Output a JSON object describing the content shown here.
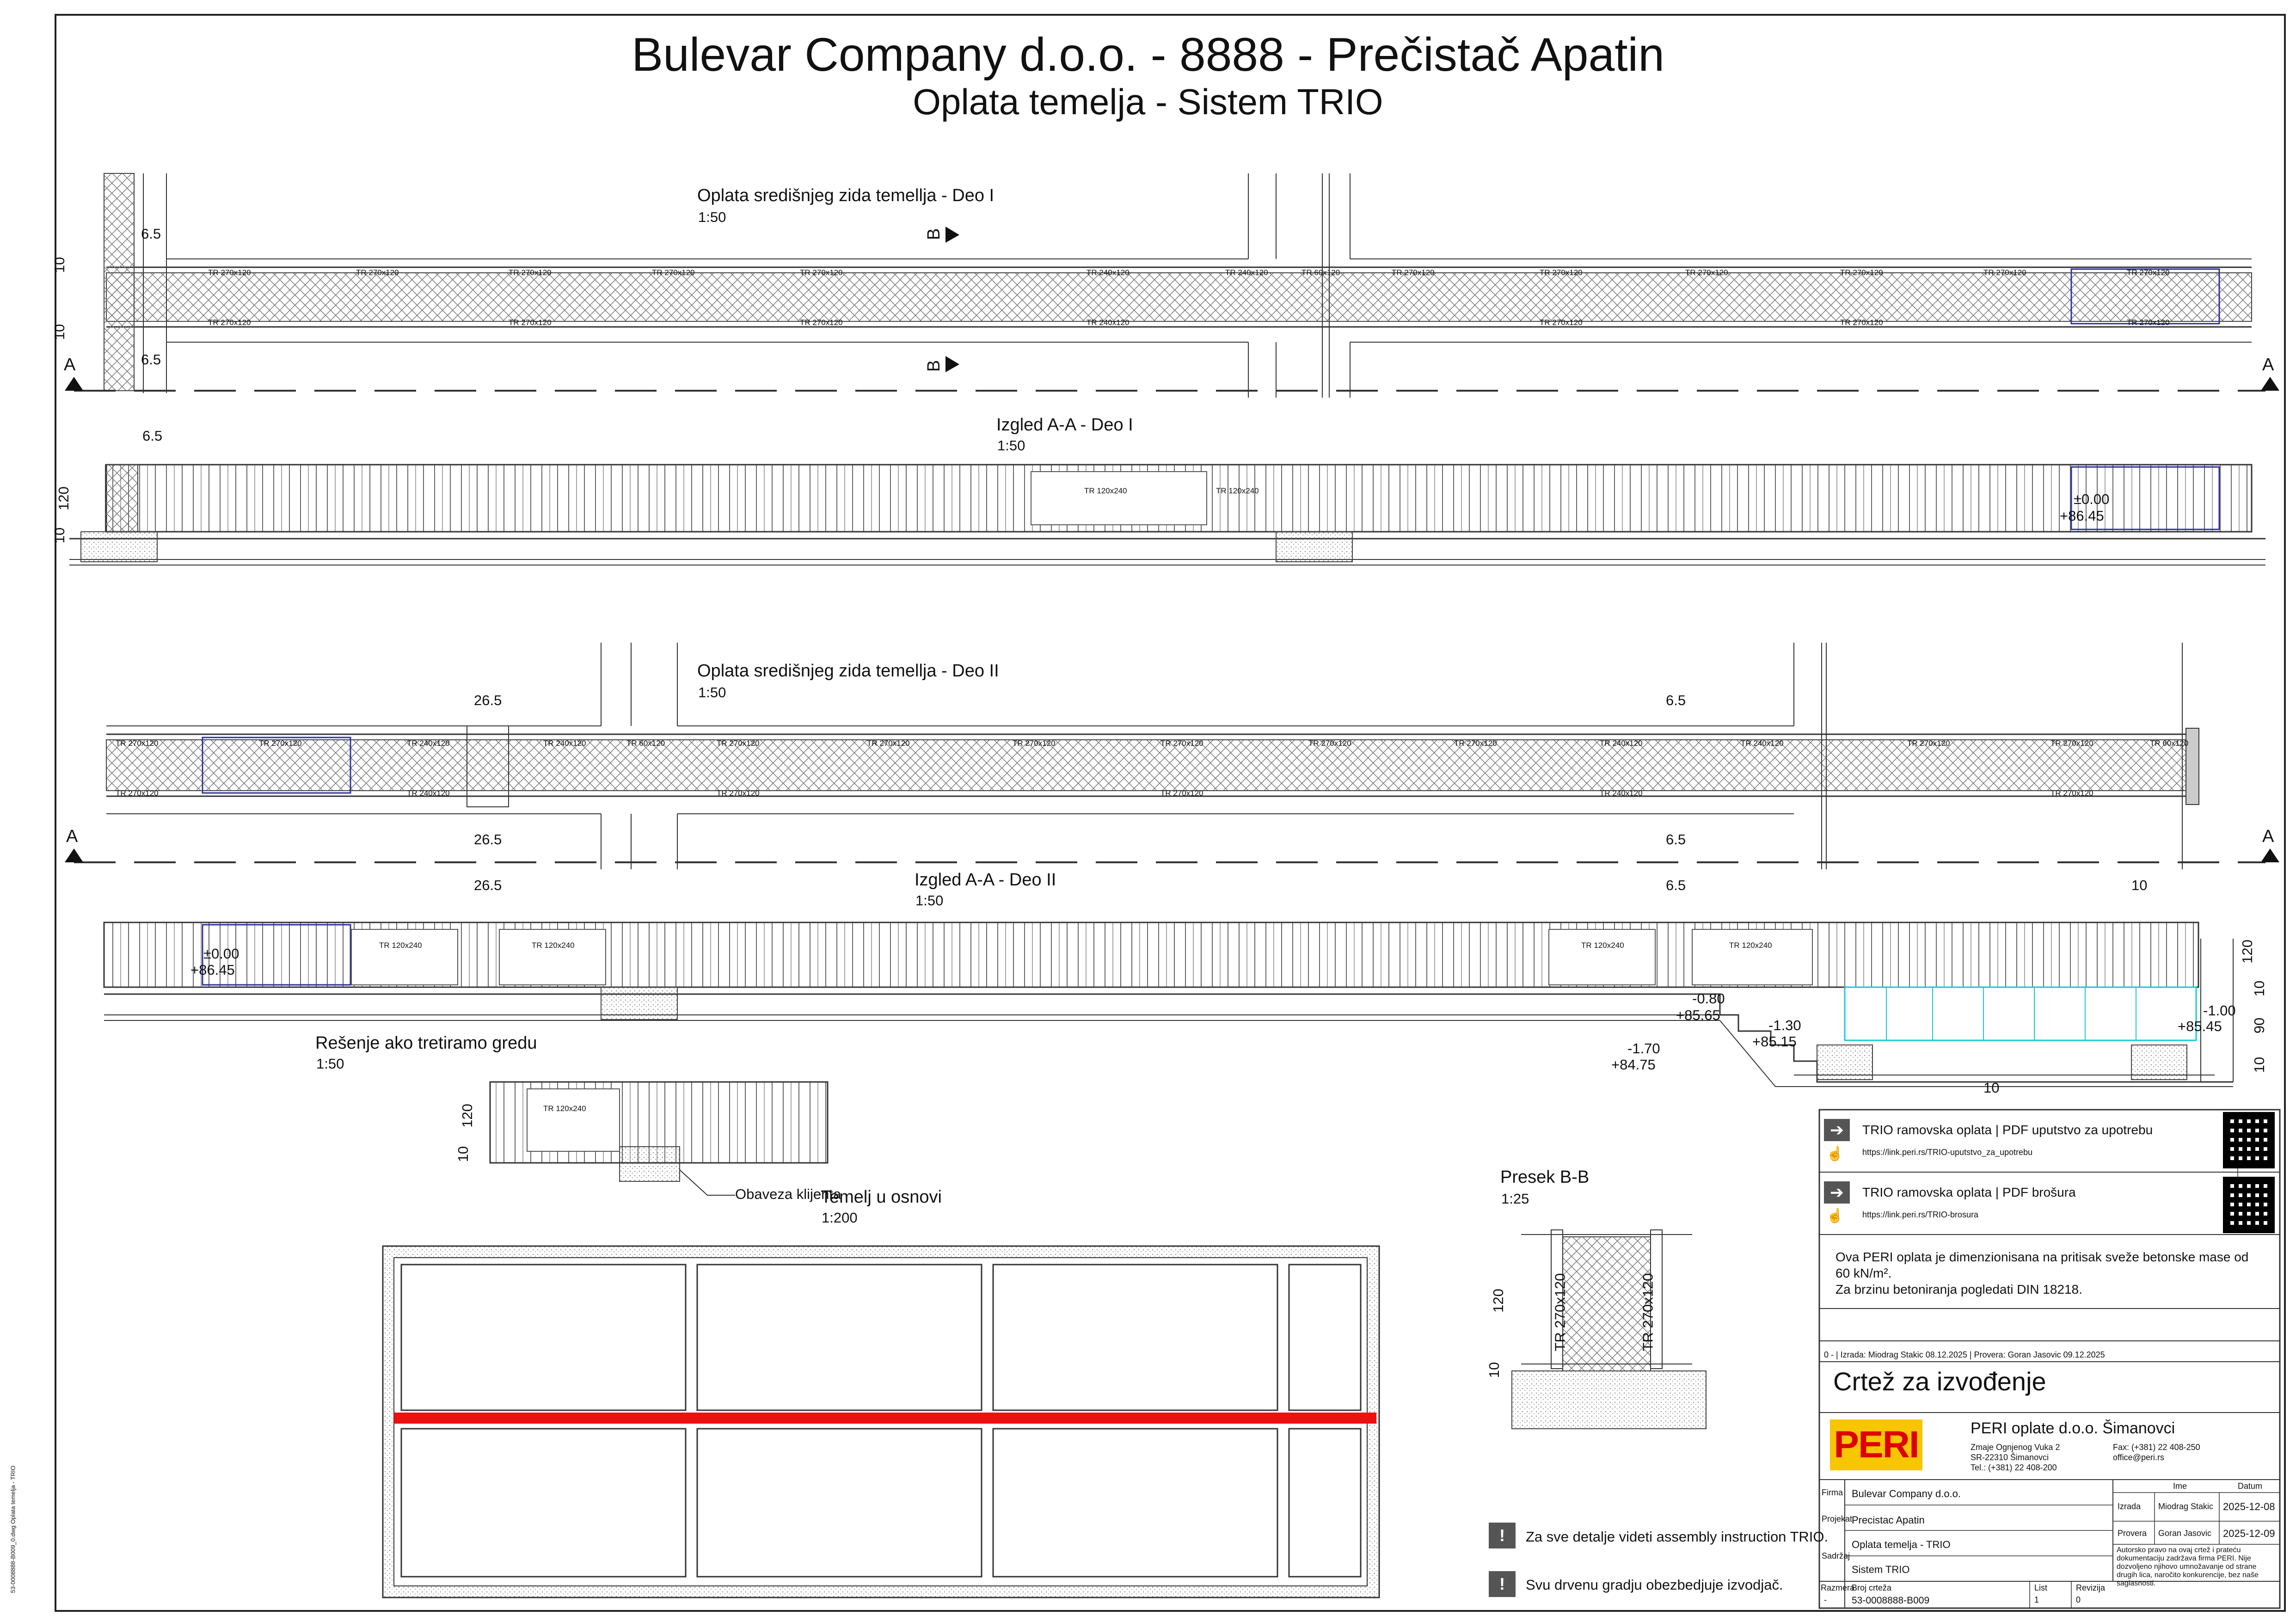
{
  "header": {
    "title": "Bulevar Company d.o.o. - 8888 - Prečistač Apatin",
    "subtitle": "Oplata temelja - Sistem TRIO"
  },
  "views": {
    "plan1": {
      "title": "Oplata središnjeg zida temellja - Deo I",
      "scale": "1:50"
    },
    "elev1": {
      "title": "Izgled A-A - Deo I",
      "scale": "1:50"
    },
    "plan2": {
      "title": "Oplata središnjeg zida temellja - Deo II",
      "scale": "1:50"
    },
    "elev2": {
      "title": "Izgled A-A - Deo II",
      "scale": "1:50"
    },
    "beam": {
      "title": "Rešenje ako tretiramo gredu",
      "scale": "1:50"
    },
    "base": {
      "title": "Temelj u osnovi",
      "scale": "1:200"
    },
    "section": {
      "title": "Presek B-B",
      "scale": "1:25"
    }
  },
  "dims": {
    "d10": "10",
    "d65": "6.5",
    "d120": "120",
    "d265": "26.5",
    "d90": "90"
  },
  "section_marks": {
    "a": "A",
    "b": "B"
  },
  "panels": {
    "p270": "TR 270x120",
    "p240": "TR 240x120",
    "p60": "TR 60x120",
    "p120x240": "TR 120x240",
    "p270v": "TR 270x120"
  },
  "levels": {
    "l000": "±0.00",
    "l8645": "+86.45",
    "lm080": "-0.80",
    "l8565": "+85.65",
    "lm130": "-1.30",
    "l8515": "+85.15",
    "lm170": "-1.70",
    "l8475": "+84.75",
    "lm100": "-1.00",
    "l8545": "+85.45"
  },
  "notes": {
    "client": "Obaveza klijenta",
    "assembly": "Za sve detalje videti assembly instruction TRIO.",
    "timber": "Svu drvenu gradju obezbedjuje izvodjač."
  },
  "links": [
    {
      "title": "TRIO ramovska oplata   |   PDF uputstvo za upotrebu",
      "url": "https://link.peri.rs/TRIO-uputstvo_za_upotrebu"
    },
    {
      "title": "TRIO ramovska oplata   |   PDF brošura",
      "url": "https://link.peri.rs/TRIO-brosura"
    }
  ],
  "design_note": {
    "line1": "Ova PERI oplata je dimenzionisana na pritisak sveže betonske mase od",
    "line2": "60   kN/m².",
    "line3": "Za brzinu betoniranja pogledati DIN 18218."
  },
  "title_block": {
    "revision_line": "0 - | Izrada: Miodrag Stakic 08.12.2025 | Provera: Goran Jasovic 09.12.2025",
    "drawing_type": "Crtež za izvođenje",
    "logo": "PERI",
    "company": "PERI oplate d.o.o. Šimanovci",
    "address1": "Zmaje Ognjenog Vuka 2",
    "address2": "SR-22310 Šimanovci",
    "phone": "Tel.: (+381) 22 408-200",
    "fax": "Fax: (+381) 22 408-250",
    "email": "office@peri.rs",
    "firma_label": "Firma",
    "firma": "Bulevar Company d.o.o.",
    "projekat_label": "Projekat",
    "projekat": "Precistac Apatin",
    "sadrzaj_label": "Sadržaj",
    "sadrzaj1": "Oplata temelja - TRIO",
    "sadrzaj2": "Sistem TRIO",
    "ime_label": "Ime",
    "datum_label": "Datum",
    "izrada_label": "Izrada",
    "izrada_name": "Miodrag Stakic",
    "izrada_date": "2025-12-08",
    "provera_label": "Provera",
    "provera_name": "Goran Jasovic",
    "provera_date": "2025-12-09",
    "copyright": "Autorsko pravo na ovaj crtež i prateću dokumentaciju zadržava firma PERI. Nije dozvoljeno njihovo umnožavanje od strane drugih lica, naročito konkurencije, bez naše saglasnosti.",
    "razmera_label": "Razmera",
    "razmera": "-",
    "broj_label": "Broj crteža",
    "broj": "53-0008888-B009",
    "list_label": "List",
    "list": "1",
    "revizija_label": "Revizija",
    "revizija": "0"
  },
  "side_note": "53-0008888-B009_0.dwg Oplata temelja - TRIO"
}
